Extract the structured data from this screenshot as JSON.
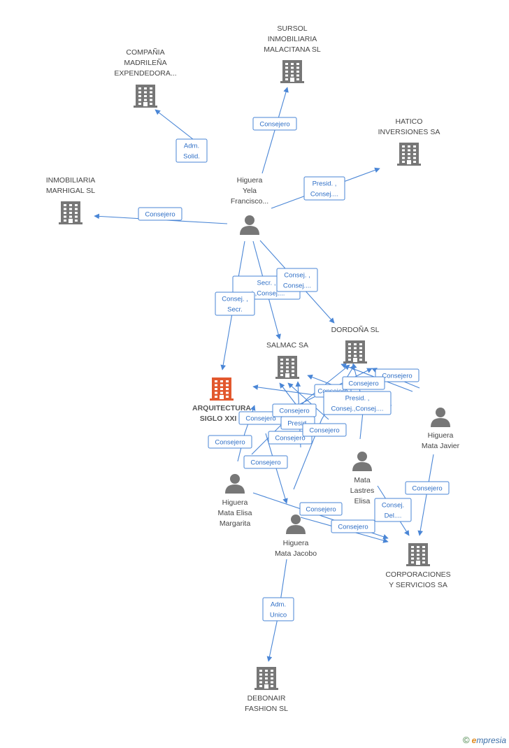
{
  "colors": {
    "company": "#777777",
    "focus_company": "#e2582e",
    "person": "#777777",
    "edge": "#4a86d6"
  },
  "companies": [
    {
      "id": "compania",
      "icon": "building-icon",
      "label": [
        "COMPAÑIA",
        "MADRILEÑA",
        "EXPENDEDORA..."
      ]
    },
    {
      "id": "sursol",
      "icon": "building-icon",
      "label": [
        "SURSOL",
        "INMOBILIARIA",
        "MALACITANA SL"
      ]
    },
    {
      "id": "hatico",
      "icon": "building-icon",
      "label": [
        "HATICO",
        "INVERSIONES SA"
      ]
    },
    {
      "id": "marhigal",
      "icon": "building-icon",
      "label": [
        "INMOBILIARIA",
        "MARHIGAL SL"
      ]
    },
    {
      "id": "dordona",
      "icon": "building-icon",
      "label": [
        "DORDOÑA SL"
      ]
    },
    {
      "id": "salmac",
      "icon": "building-icon",
      "label": [
        "SALMAC SA"
      ]
    },
    {
      "id": "arquitectura",
      "icon": "building-icon",
      "focus": true,
      "label": [
        "ARQUITECTURA",
        "SIGLO XXI S"
      ]
    },
    {
      "id": "corporaciones",
      "icon": "building-icon",
      "label": [
        "CORPORACIONES",
        "Y SERVICIOS SA"
      ]
    },
    {
      "id": "debonair",
      "icon": "building-icon",
      "label": [
        "DEBONAIR",
        "FASHION SL"
      ]
    }
  ],
  "persons": [
    {
      "id": "francisco",
      "icon": "person-icon",
      "label": [
        "Higuera",
        "Yela",
        "Francisco..."
      ]
    },
    {
      "id": "javier",
      "icon": "person-icon",
      "label": [
        "Higuera",
        "Mata Javier"
      ]
    },
    {
      "id": "lastres",
      "icon": "person-icon",
      "label": [
        "Mata",
        "Lastres",
        "Elisa"
      ]
    },
    {
      "id": "margarita",
      "icon": "person-icon",
      "label": [
        "Higuera",
        "Mata Elisa",
        "Margarita"
      ]
    },
    {
      "id": "jacobo",
      "icon": "person-icon",
      "label": [
        "Higuera",
        "Mata Jacobo"
      ]
    }
  ],
  "relations": [
    {
      "id": "r1",
      "lines": [
        "Adm.",
        "Solid."
      ]
    },
    {
      "id": "r2",
      "lines": [
        "Consejero"
      ]
    },
    {
      "id": "r3",
      "lines": [
        "Presid. ,",
        "Consej...."
      ]
    },
    {
      "id": "r4",
      "lines": [
        "Consejero"
      ]
    },
    {
      "id": "r5",
      "lines": [
        "Secr. ,",
        "ej.,Consej...."
      ]
    },
    {
      "id": "r6",
      "lines": [
        "Consej. ,",
        "Consej...."
      ]
    },
    {
      "id": "r7",
      "lines": [
        "Consej. ,",
        "Secr."
      ]
    },
    {
      "id": "r8",
      "lines": [
        "Consejero"
      ]
    },
    {
      "id": "r9",
      "lines": [
        "Consejero"
      ]
    },
    {
      "id": "r10",
      "lines": [
        "Consejero"
      ]
    },
    {
      "id": "r11",
      "lines": [
        "Presid. ,",
        "Consej.,Consej...."
      ]
    },
    {
      "id": "r12",
      "lines": [
        "Consejero"
      ]
    },
    {
      "id": "r13",
      "lines": [
        "Consejero"
      ]
    },
    {
      "id": "r14",
      "lines": [
        "Presid."
      ]
    },
    {
      "id": "r15",
      "lines": [
        "Consejero"
      ]
    },
    {
      "id": "r16",
      "lines": [
        "Consejero"
      ]
    },
    {
      "id": "r17",
      "lines": [
        "Consejero"
      ]
    },
    {
      "id": "r18",
      "lines": [
        "Consejero"
      ]
    },
    {
      "id": "r19",
      "lines": [
        "Consejero"
      ]
    },
    {
      "id": "r20",
      "lines": [
        "Consej.",
        "Del...."
      ]
    },
    {
      "id": "r21",
      "lines": [
        "Consejero"
      ]
    },
    {
      "id": "r22",
      "lines": [
        "Consejero"
      ]
    },
    {
      "id": "r23",
      "lines": [
        "Adm.",
        "Unico"
      ]
    }
  ],
  "watermark": {
    "symbol": "©",
    "brand_initial": "e",
    "brand_rest": "mpresia"
  }
}
